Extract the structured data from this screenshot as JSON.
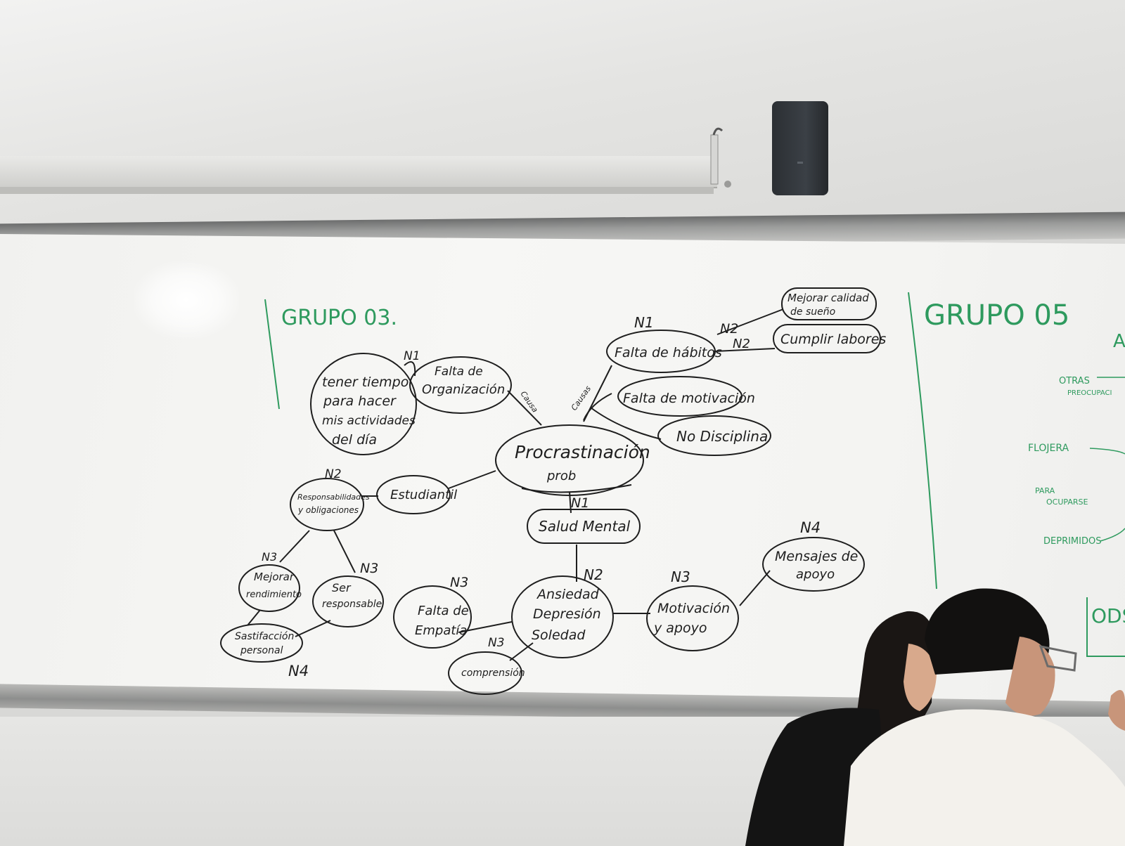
{
  "board_left": {
    "heading": "GRUPO 03.",
    "center": {
      "line1": "Procrastinación",
      "line2": "prob"
    },
    "nodes": {
      "falta_org": {
        "line1": "Falta de",
        "line2": "Organización"
      },
      "tener_tiempo": {
        "line1": "tener tiempo",
        "line2": "para hacer",
        "line3": "mis actividades",
        "line4": "del día"
      },
      "falta_habitos": "Falta de hábitos",
      "mejorar_calidad": {
        "line1": "Mejorar calidad",
        "line2": "de sueño"
      },
      "cumplir": "Cumplir labores",
      "falta_motivacion": "Falta de motivación",
      "no_disciplina": "No Disciplina",
      "estudiantil": "Estudiantil",
      "responsabilidades": {
        "line1": "Responsabilidades",
        "line2": "y obligaciones"
      },
      "mejorar_rend": {
        "line1": "Mejorar",
        "line2": "rendimiento"
      },
      "ser_resp": {
        "line1": "Ser",
        "line2": "responsable"
      },
      "satisfaccion": {
        "line1": "Sastifacción",
        "line2": "personal"
      },
      "salud": "Salud Mental",
      "ansiedad": {
        "line1": "Ansiedad",
        "line2": "Depresión",
        "line3": "Soledad"
      },
      "falta_empatia": {
        "line1": "Falta de",
        "line2": "Empatía"
      },
      "comprension": "comprensión",
      "motivacion": {
        "line1": "Motivación",
        "line2": "y apoyo"
      },
      "mensajes": {
        "line1": "Mensajes de",
        "line2": "apoyo"
      }
    },
    "levels": {
      "n1_org": "N1",
      "n1_hab": "N1",
      "n2_a": "N2",
      "n2_b": "N2",
      "n2_resp": "N2",
      "n3_mej": "N3",
      "n3_ser": "N3",
      "n4_sat": "N4",
      "n1_salud": "N1",
      "n2_ans": "N2",
      "n3_emp": "N3",
      "n3_comp": "N3",
      "n3_mot": "N3",
      "n4_men": "N4"
    },
    "edge_labels": {
      "causa": "Causa",
      "causas": "Causas"
    }
  },
  "board_right": {
    "heading": "GRUPO 05",
    "letter": "A",
    "items": {
      "otras": {
        "line1": "OTRAS",
        "line2": "PREOCUPACI"
      },
      "flojera": "FLOJERA",
      "para_ocuparse": {
        "line1": "PARA",
        "line2": "OCUPARSE"
      },
      "deprimidos": "DEPRIMIDOS",
      "ods": "ODS"
    }
  },
  "colors": {
    "marker_black": "#1e1e1e",
    "marker_green": "#2e9a5e",
    "speaker": "#2f3438"
  }
}
